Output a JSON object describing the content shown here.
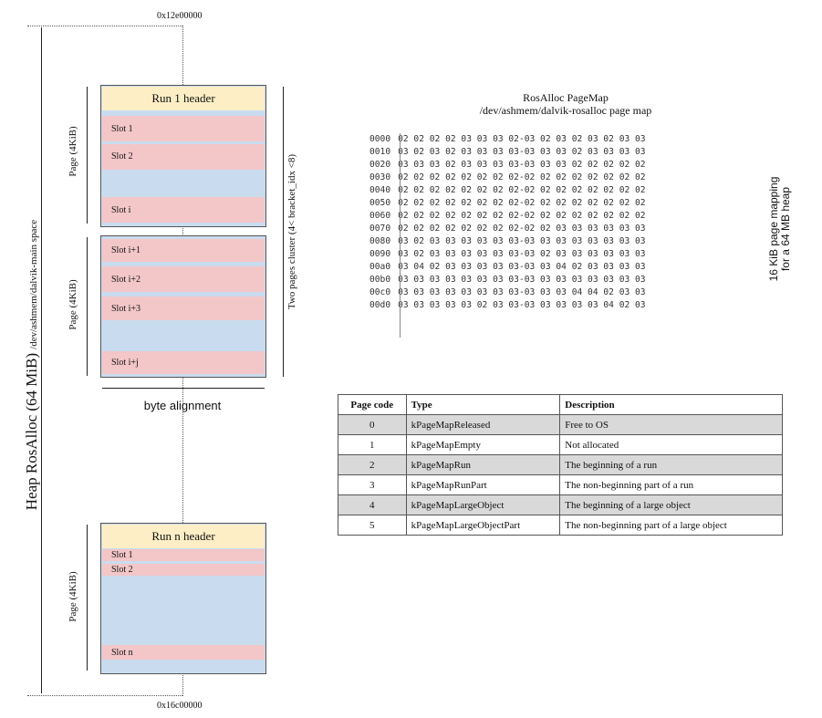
{
  "left": {
    "top_address": "0x12e00000",
    "bottom_address": "0x16c00000",
    "heap_label": "Heap RosAlloc (64 MiB)",
    "heap_sub": "/dev/ashmem/dalvik-main space",
    "page_label": "Page (4KiB)",
    "cluster_label": "Two pages cluster (4< bracket_idx <8)",
    "byte_alignment": "byte alignment",
    "run1": {
      "header": "Run 1 header",
      "slots": [
        "Slot 1",
        "Slot 2",
        "Slot i"
      ]
    },
    "run1b": {
      "slots": [
        "Slot i+1",
        "Slot i+2",
        "Slot i+3",
        "Slot i+j"
      ]
    },
    "runn": {
      "header": "Run n header",
      "slots": [
        "Slot 1",
        "Slot 2",
        "Slot n"
      ]
    }
  },
  "pagemap": {
    "title": "RosAlloc PageMap",
    "subtitle": "/dev/ashmem/dalvik-rosalloc page map",
    "side_label": "16 KiB page mapping for a 64 MB heap",
    "rows": [
      [
        "0000",
        "02 02 02 02 03 03 03 02-03 02 03 02 03 02 03 03"
      ],
      [
        "0010",
        "03 02 03 02 03 03 03 03-03 03 03 02 03 03 03 03"
      ],
      [
        "0020",
        "03 03 03 02 03 03 03 03-03 03 03 02 02 02 02 02"
      ],
      [
        "0030",
        "02 02 02 02 02 02 02 02-02 02 02 02 02 02 02 02"
      ],
      [
        "0040",
        "02 02 02 02 02 02 02 02-02 02 02 02 02 02 02 02"
      ],
      [
        "0050",
        "02 02 02 02 02 02 02 02-02 02 02 02 02 02 02 02"
      ],
      [
        "0060",
        "02 02 02 02 02 02 02 02-02 02 02 02 02 02 02 02"
      ],
      [
        "0070",
        "02 02 02 02 02 02 02 02-02 02 03 03 03 03 03 03"
      ],
      [
        "0080",
        "03 02 03 03 03 03 03 03-03 03 03 03 03 03 03 03"
      ],
      [
        "0090",
        "03 02 03 03 03 03 03 03-03 02 03 03 03 03 03 03"
      ],
      [
        "00a0",
        "03 04 02 03 03 03 03 03-03 03 04 02 03 03 03 03"
      ],
      [
        "00b0",
        "03 03 03 03 03 03 03 03-03 03 03 03 03 03 03 03"
      ],
      [
        "00c0",
        "03 03 03 03 03 03 03 03-03 03 03 04 04 02 03 03"
      ],
      [
        "00d0",
        "03 03 03 03 03 02 03 03-03 03 03 03 03 04 02 03"
      ]
    ]
  },
  "table": {
    "headers": [
      "Page code",
      "Type",
      "Description"
    ],
    "rows": [
      [
        "0",
        "kPageMapReleased",
        "Free to OS"
      ],
      [
        "1",
        "kPageMapEmpty",
        "Not allocated"
      ],
      [
        "2",
        "kPageMapRun",
        "The beginning of a run"
      ],
      [
        "3",
        "kPageMapRunPart",
        "The non-beginning part of a run"
      ],
      [
        "4",
        "kPageMapLargeObject",
        "The beginning of a large object"
      ],
      [
        "5",
        "kPageMapLargeObjectPart",
        "The non-beginning part of a large object"
      ]
    ]
  }
}
